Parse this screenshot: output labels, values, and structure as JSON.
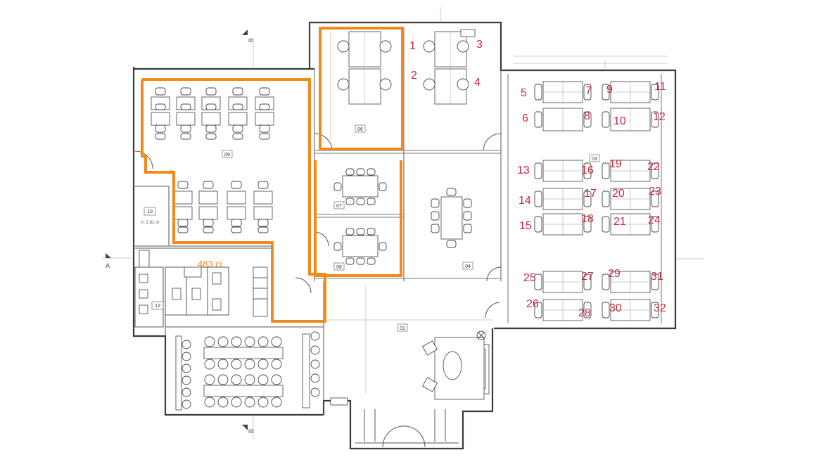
{
  "rooms": [
    {
      "tag": "09"
    },
    {
      "tag": "06"
    },
    {
      "tag": "07"
    },
    {
      "tag": "08"
    },
    {
      "tag": "04"
    },
    {
      "tag": "03"
    },
    {
      "tag": "01"
    },
    {
      "tag": "10"
    },
    {
      "tag": "12"
    }
  ],
  "room10_note": "h: 2,81 m",
  "highlight_label": "483 ci",
  "highlight_fragment": "n",
  "section_marks": {
    "left": "A",
    "top": "B",
    "bottom": "B"
  },
  "seat_numbers": [
    "1",
    "2",
    "3",
    "4",
    "5",
    "6",
    "7",
    "8",
    "9",
    "10",
    "11",
    "12",
    "13",
    "14",
    "15",
    "16",
    "17",
    "18",
    "19",
    "20",
    "21",
    "22",
    "23",
    "24",
    "25",
    "26",
    "27",
    "28",
    "29",
    "30",
    "31",
    "32"
  ],
  "colors": {
    "highlight": "#f08a1c",
    "seat_numbers": "#c8283a",
    "walls": "#3a3a3a"
  }
}
